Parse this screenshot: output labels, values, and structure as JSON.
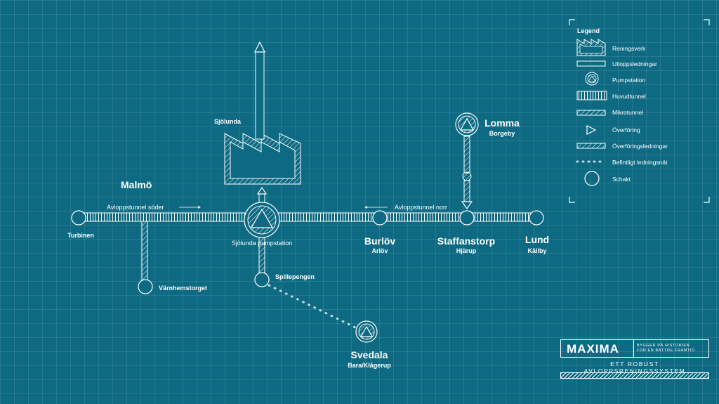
{
  "places": {
    "malmo": "Malmö",
    "sjolunda": "Sjölunda",
    "turbinen": "Turbinen",
    "varnhemstorget": "Värnhemstorget",
    "sjolunda_pump": "Sjölunda pumpstation",
    "spillepengen": "Spillepengen",
    "svedala": "Svedala",
    "svedala_sub": "Bara/Klågerup",
    "burlov": "Burlöv",
    "burlov_sub": "Arlöv",
    "staffanstorp": "Staffanstorp",
    "staffanstorp_sub": "Hjärup",
    "lund": "Lund",
    "lund_sub": "Källby",
    "lomma": "Lomma",
    "lomma_sub": "Borgeby"
  },
  "tunnels": {
    "south": "Avloppstunnel söder",
    "north": "Avloppstunnel norr"
  },
  "legend": {
    "title": "Legend",
    "items": [
      "Reningsverk",
      "Utloppsledningar",
      "Pumpstation",
      "Huvudtunnel",
      "Mikrotunnel",
      "Överföring",
      "Överföringsledningar",
      "Befintligt ledningsnät",
      "Schakt"
    ]
  },
  "brand": {
    "name": "MAXIMA",
    "tagline_1": "BYGGER PÅ HISTORIEN",
    "tagline_2": "FÖR EN BÄTTRE FRAMTID",
    "slogan": "ETT ROBUST AVLOPPSRENINGSSYSTEM"
  },
  "colors": {
    "background": "#0d6a82",
    "lines": "#ffffff"
  }
}
